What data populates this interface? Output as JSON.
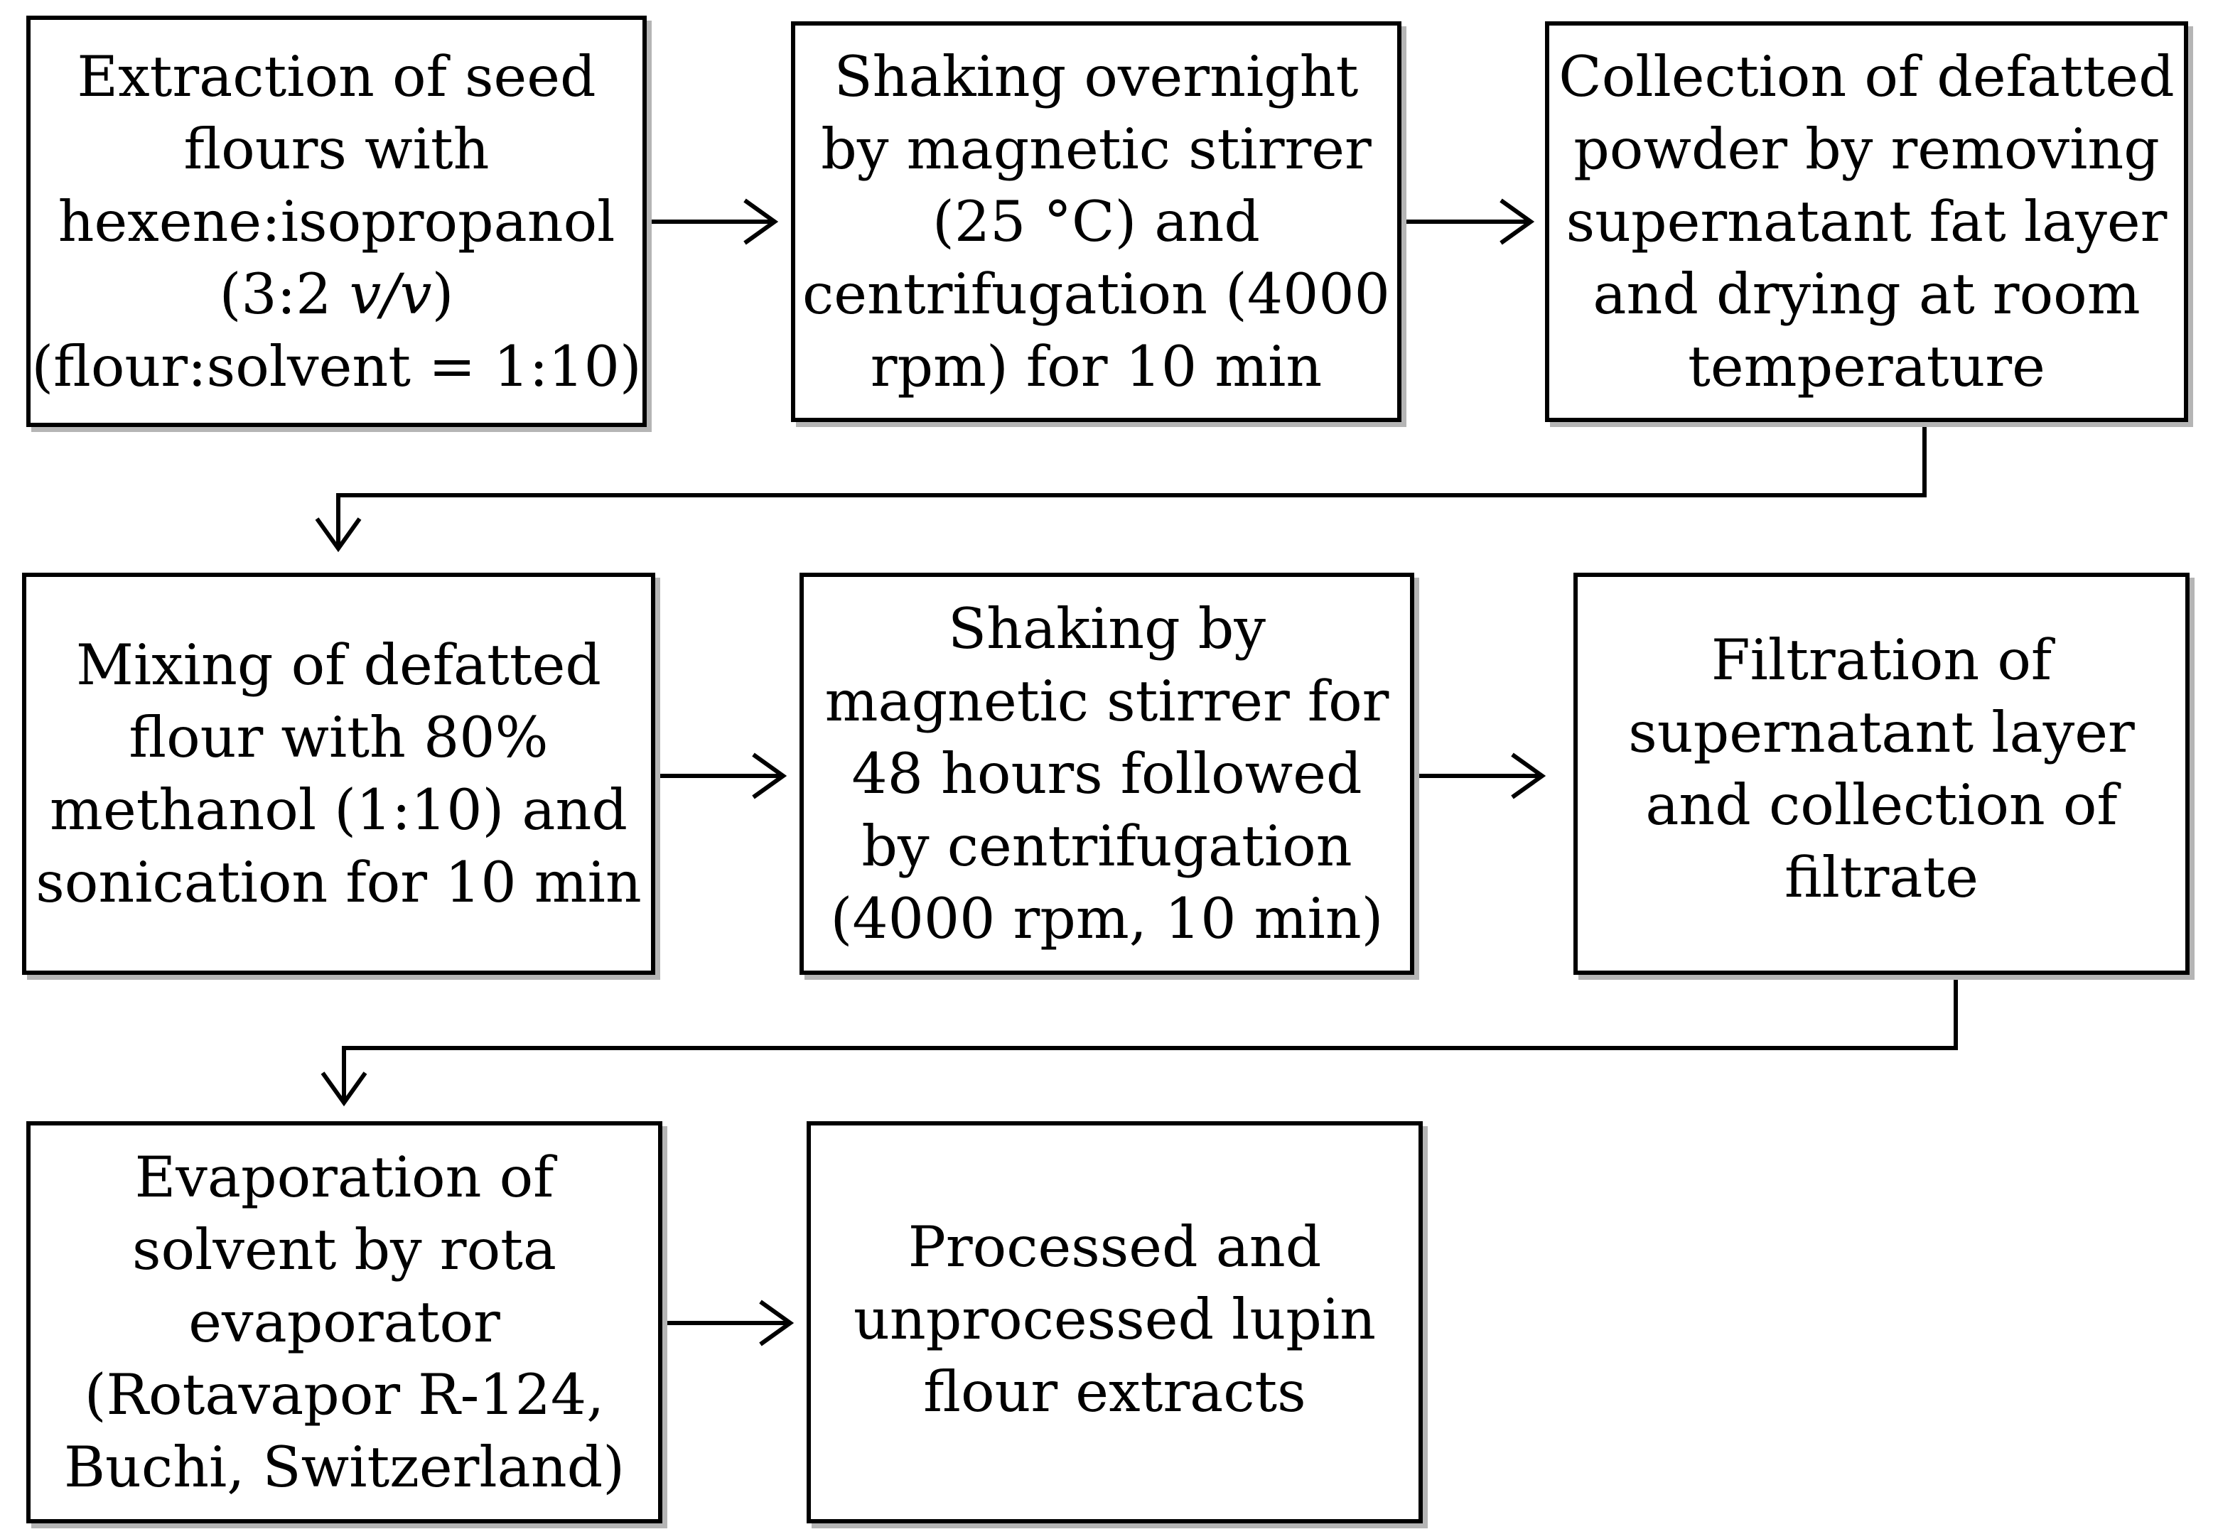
{
  "steps": [
    {
      "id": "extraction",
      "lines": [
        "Extraction of seed",
        "flours with",
        "hexene:isopropanol",
        [
          "(3:2 ",
          "v/v",
          ")"
        ],
        "(flour:solvent = 1:10)"
      ]
    },
    {
      "id": "shaking-overnight",
      "lines": [
        "Shaking overnight",
        "by magnetic stirrer",
        "(25 °C) and",
        "centrifugation (4000",
        "rpm) for 10 min"
      ]
    },
    {
      "id": "collection-defatted",
      "lines": [
        "Collection of defatted",
        "powder by removing",
        "supernatant fat layer",
        "and drying at room",
        "temperature"
      ]
    },
    {
      "id": "mixing-methanol",
      "lines": [
        "Mixing of defatted",
        "flour with 80%",
        "methanol (1:10) and",
        "sonication for 10 min"
      ]
    },
    {
      "id": "shaking-48h",
      "lines": [
        "Shaking by",
        "magnetic stirrer for",
        "48 hours followed",
        "by centrifugation",
        "(4000 rpm, 10 min)"
      ]
    },
    {
      "id": "filtration",
      "lines": [
        "Filtration of",
        "supernatant layer",
        "and collection of",
        "filtrate"
      ]
    },
    {
      "id": "evaporation",
      "lines": [
        "Evaporation of",
        "solvent by rota",
        "evaporator",
        "(Rotavapor R-124,",
        "Buchi, Switzerland)"
      ]
    },
    {
      "id": "extracts",
      "lines": [
        "Processed and",
        "unprocessed lupin",
        "flour extracts"
      ]
    }
  ],
  "colors": {
    "border": "#000000",
    "shadow": "#b5b5b5",
    "text": "#000000",
    "background": "#ffffff"
  }
}
